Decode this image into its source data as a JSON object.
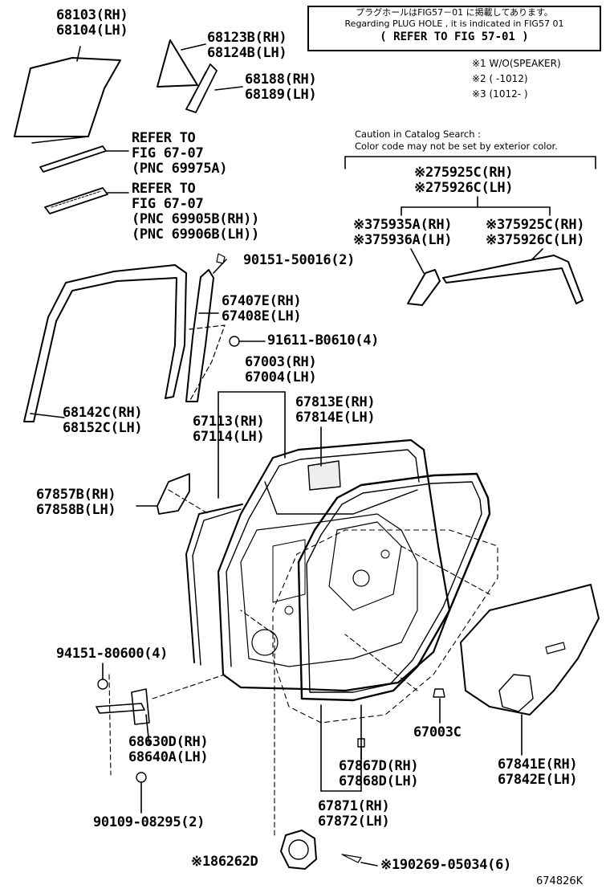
{
  "note_box": {
    "line1": "プラグホールはFIG57－01 に掲載してあります。",
    "line2": "Regarding PLUG HOLE , it is indicated in FIG57   01",
    "line3": "( REFER TO FIG 57-01 )"
  },
  "footnotes": [
    "※1 W/O(SPEAKER)",
    "※2 (      -1012)",
    "※3 (1012-      )"
  ],
  "caution": {
    "line1": "Caution in Catalog Search :",
    "line2": "Color code may not be set by exterior color."
  },
  "labels": {
    "p68103": [
      "68103(RH)",
      "68104(LH)"
    ],
    "p68123": [
      "68123B(RH)",
      "68124B(LH)"
    ],
    "p68188": [
      "68188(RH)",
      "68189(LH)"
    ],
    "ref1": [
      "REFER TO",
      "FIG 67-07",
      "(PNC 69975A)"
    ],
    "ref2": [
      "REFER TO",
      "FIG 67-07",
      "(PNC 69905B(RH))",
      "(PNC 69906B(LH))"
    ],
    "p75925a": [
      "※275925C(RH)",
      "※275926C(LH)"
    ],
    "p75935": [
      "※375935A(RH)",
      "※375936A(LH)"
    ],
    "p75925b": [
      "※375925C(RH)",
      "※375926C(LH)"
    ],
    "p90151": [
      "90151-50016(2)"
    ],
    "p67407": [
      "67407E(RH)",
      "67408E(LH)"
    ],
    "p91611": [
      "91611-B0610(4)"
    ],
    "p67003": [
      "67003(RH)",
      "67004(LH)"
    ],
    "p67813": [
      "67813E(RH)",
      "67814E(LH)"
    ],
    "p68142": [
      "68142C(RH)",
      "68152C(LH)"
    ],
    "p67113": [
      "67113(RH)",
      "67114(LH)"
    ],
    "p67857": [
      "67857B(RH)",
      "67858B(LH)"
    ],
    "p94151": [
      "94151-80600(4)"
    ],
    "p68630": [
      "68630D(RH)",
      "68640A(LH)"
    ],
    "p67003c": [
      "67003C"
    ],
    "p67867": [
      "67867D(RH)",
      "67868D(LH)"
    ],
    "p67841": [
      "67841E(RH)",
      "67842E(LH)"
    ],
    "p90109": [
      "90109-08295(2)"
    ],
    "p67871": [
      "67871(RH)",
      "67872(LH)"
    ],
    "p86262": [
      "※186262D"
    ],
    "p90269": [
      "※190269-05034(6)"
    ]
  },
  "figure_id": "674826K"
}
